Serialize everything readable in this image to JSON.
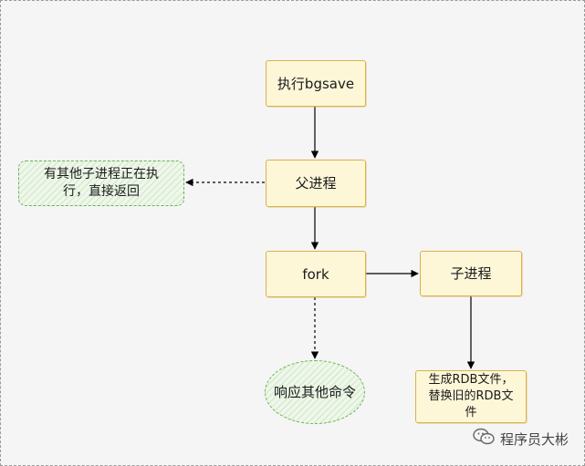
{
  "diagram": {
    "nodes": {
      "bgsave": "执行bgsave",
      "parent": "父进程",
      "busy": "有其他子进程正在执行，直接返回",
      "fork": "fork",
      "child": "子进程",
      "respond": "响应其他命令",
      "generate": "生成RDB文件，替换旧的RDB文件"
    }
  },
  "watermark": {
    "text": "程序员大彬",
    "icon": "wechat-icon"
  },
  "colors": {
    "yellow_fill": "#fdf7d8",
    "yellow_border": "#d9b24a",
    "green_fill": "#eef7ea",
    "green_border": "#6cb35a",
    "edge": "#000000"
  }
}
